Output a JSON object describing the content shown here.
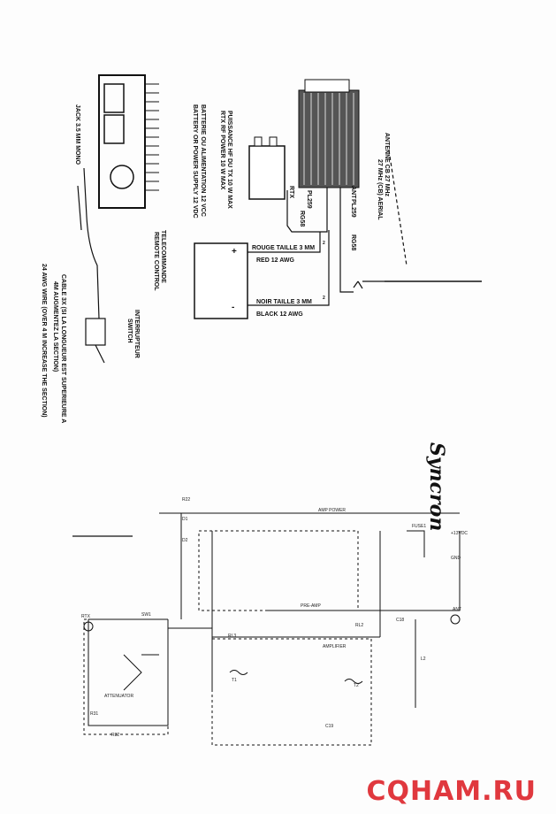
{
  "wiring": {
    "remote_control": [
      "TELECOMMANDE",
      "REMOTE CONTROL"
    ],
    "jack": "JACK 3.5 MM MONO",
    "cable_note": [
      "CABLE 3X (SI LA LONGUEUR EST SUPERIEURE A",
      "4M AUGMENTEZ LA SECTION)",
      "24 AWG WIRE (OVER 4 M INCREASE THE SECTION)"
    ],
    "switch": [
      "INTERRUPTEUR",
      "SWITCH"
    ],
    "rf_power": [
      "PUISSANCE HF DU TX 10 W MAX",
      "RTX RF POWER 10 W MAX"
    ],
    "battery": [
      "BATTERIE OU ALIMENTATION 12 VCC",
      "BATTERY OR POWER SUPPLY 12 VDC"
    ],
    "red_wire": [
      "ROUGE TAILLE 3 MM",
      "RED 12 AWG"
    ],
    "black_wire": [
      "NOIR TAILLE 3 MM",
      "BLACK 12 AWG"
    ],
    "antenna": [
      "ANTENNE CB 27 MHz",
      "27 MHz (CB) AERIAL"
    ],
    "connectors": {
      "pl259_rtx": "PL259",
      "rg58_rtx": "RG58",
      "rtx": "RTX",
      "ant": "ANT",
      "pl259_ant": "PL259",
      "rg58_ant": "RG58"
    },
    "battery_plus": "+",
    "battery_minus": "-",
    "superscript": "2"
  },
  "brand": "Syncron",
  "schematic_labels": {
    "rtx": "RTX",
    "ant": "ANT",
    "supply": "+13VDC",
    "gnd": "GND",
    "amp_power": "AMP POWER",
    "attenuator": "ATTENUATOR",
    "amplifier": "AMPLIFIER",
    "pre_amp": "PRE-AMP",
    "fuse": "FUSE1",
    "parts": [
      "R22",
      "D1",
      "D2",
      "T1",
      "T2",
      "C18",
      "C19",
      "L2",
      "RL2",
      "RL3",
      "SW1",
      "R31",
      "R32"
    ]
  },
  "watermark": "CQHAM.RU"
}
